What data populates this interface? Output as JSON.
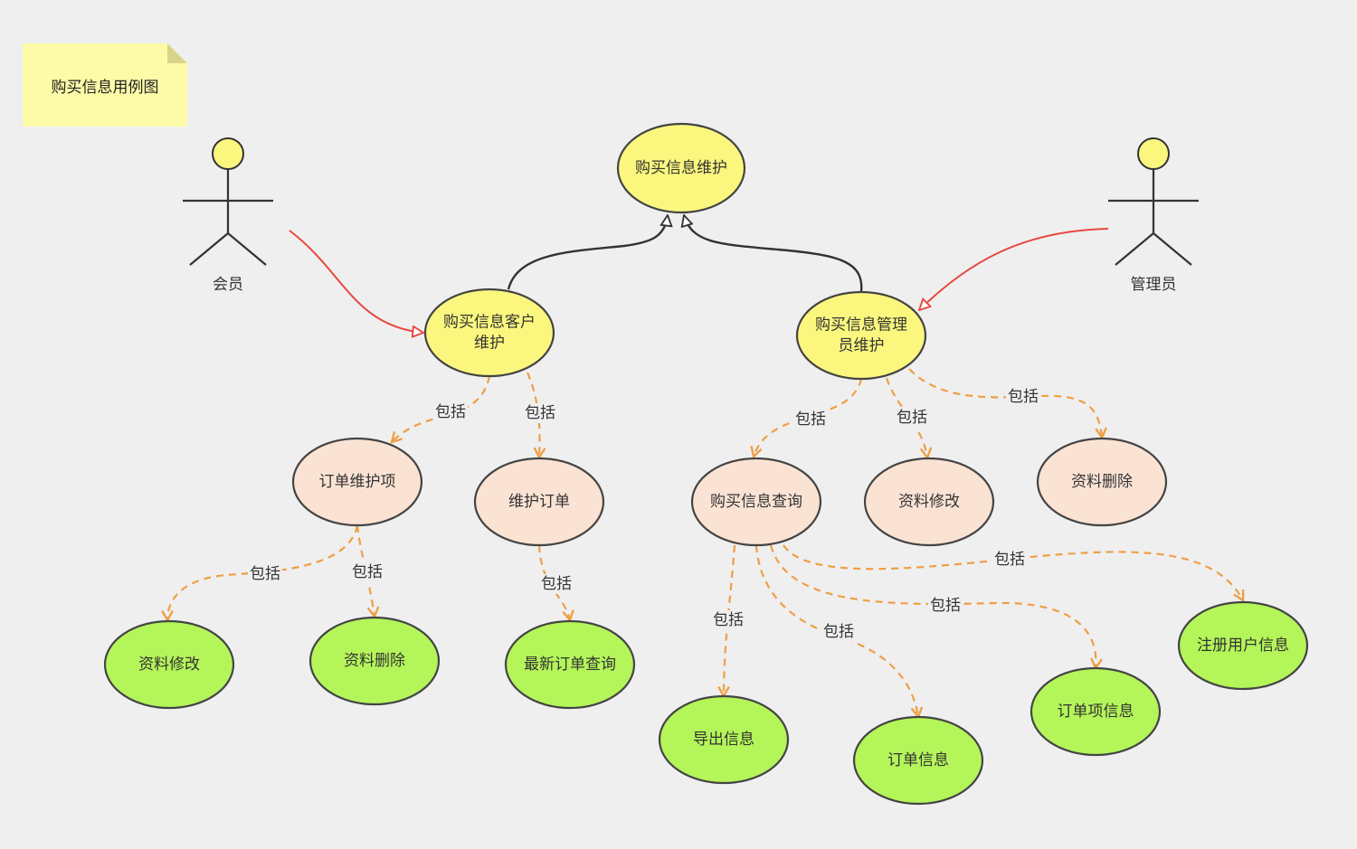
{
  "note": {
    "text": "购买信息用例图"
  },
  "actors": [
    {
      "id": "member",
      "name": "会员"
    },
    {
      "id": "admin",
      "name": "管理员"
    }
  ],
  "use_cases": [
    {
      "id": "root",
      "lines": [
        "购买信息维护"
      ],
      "tier": "level-1",
      "fill": "#fbf77e"
    },
    {
      "id": "cust",
      "lines": [
        "购买信息客户",
        "维护"
      ],
      "tier": "level-1",
      "fill": "#fbf77e"
    },
    {
      "id": "mgr",
      "lines": [
        "购买信息管理",
        "员维护"
      ],
      "tier": "level-1",
      "fill": "#fbf77e"
    },
    {
      "id": "ordItem",
      "lines": [
        "订单维护项"
      ],
      "tier": "level-2",
      "fill": "#fbe3d4"
    },
    {
      "id": "ordMaint",
      "lines": [
        "维护订单"
      ],
      "tier": "level-2",
      "fill": "#fbe3d4"
    },
    {
      "id": "query",
      "lines": [
        "购买信息查询"
      ],
      "tier": "level-2",
      "fill": "#fbe3d4"
    },
    {
      "id": "edit2",
      "lines": [
        "资料修改"
      ],
      "tier": "level-2",
      "fill": "#fbe3d4"
    },
    {
      "id": "del2",
      "lines": [
        "资料删除"
      ],
      "tier": "level-2",
      "fill": "#fbe3d4"
    },
    {
      "id": "edit1",
      "lines": [
        "资料修改"
      ],
      "tier": "level-3",
      "fill": "#b4f55a"
    },
    {
      "id": "del1",
      "lines": [
        "资料删除"
      ],
      "tier": "level-3",
      "fill": "#b4f55a"
    },
    {
      "id": "latest",
      "lines": [
        "最新订单查询"
      ],
      "tier": "level-3",
      "fill": "#b4f55a"
    },
    {
      "id": "export",
      "lines": [
        "导出信息"
      ],
      "tier": "level-3",
      "fill": "#b4f55a"
    },
    {
      "id": "order",
      "lines": [
        "订单信息"
      ],
      "tier": "level-3",
      "fill": "#b4f55a"
    },
    {
      "id": "orderItem",
      "lines": [
        "订单项信息"
      ],
      "tier": "level-3",
      "fill": "#b4f55a"
    },
    {
      "id": "reg",
      "lines": [
        "注册用户信息"
      ],
      "tier": "level-3",
      "fill": "#b4f55a"
    }
  ],
  "relations": [
    {
      "id": "gen-cust",
      "from": "cust",
      "to": "root",
      "kind": "generalization"
    },
    {
      "id": "gen-mgr",
      "from": "mgr",
      "to": "root",
      "kind": "generalization"
    },
    {
      "id": "assoc-member",
      "from": "member",
      "to": "cust",
      "kind": "association"
    },
    {
      "id": "assoc-admin",
      "from": "admin",
      "to": "mgr",
      "kind": "association"
    },
    {
      "id": "inc-1",
      "from": "cust",
      "to": "ordItem",
      "kind": "include",
      "label": "包括"
    },
    {
      "id": "inc-2",
      "from": "cust",
      "to": "ordMaint",
      "kind": "include",
      "label": "包括"
    },
    {
      "id": "inc-3",
      "from": "mgr",
      "to": "query",
      "kind": "include",
      "label": "包括"
    },
    {
      "id": "inc-4",
      "from": "mgr",
      "to": "edit2",
      "kind": "include",
      "label": "包括"
    },
    {
      "id": "inc-5",
      "from": "mgr",
      "to": "del2",
      "kind": "include",
      "label": "包括"
    },
    {
      "id": "inc-6",
      "from": "ordItem",
      "to": "edit1",
      "kind": "include",
      "label": "包括"
    },
    {
      "id": "inc-7",
      "from": "ordItem",
      "to": "del1",
      "kind": "include",
      "label": "包括"
    },
    {
      "id": "inc-8",
      "from": "ordMaint",
      "to": "latest",
      "kind": "include",
      "label": "包括"
    },
    {
      "id": "inc-9",
      "from": "query",
      "to": "export",
      "kind": "include",
      "label": "包括"
    },
    {
      "id": "inc-10",
      "from": "query",
      "to": "order",
      "kind": "include",
      "label": "包括"
    },
    {
      "id": "inc-11",
      "from": "query",
      "to": "orderItem",
      "kind": "include",
      "label": "包括"
    },
    {
      "id": "inc-12",
      "from": "query",
      "to": "reg",
      "kind": "include",
      "label": "包括"
    }
  ],
  "colors": {
    "association": "#e8473f",
    "include": "#ee9f45",
    "generalization": "#333333",
    "node_stroke": "#444444",
    "note_fill": "#fefba8"
  }
}
